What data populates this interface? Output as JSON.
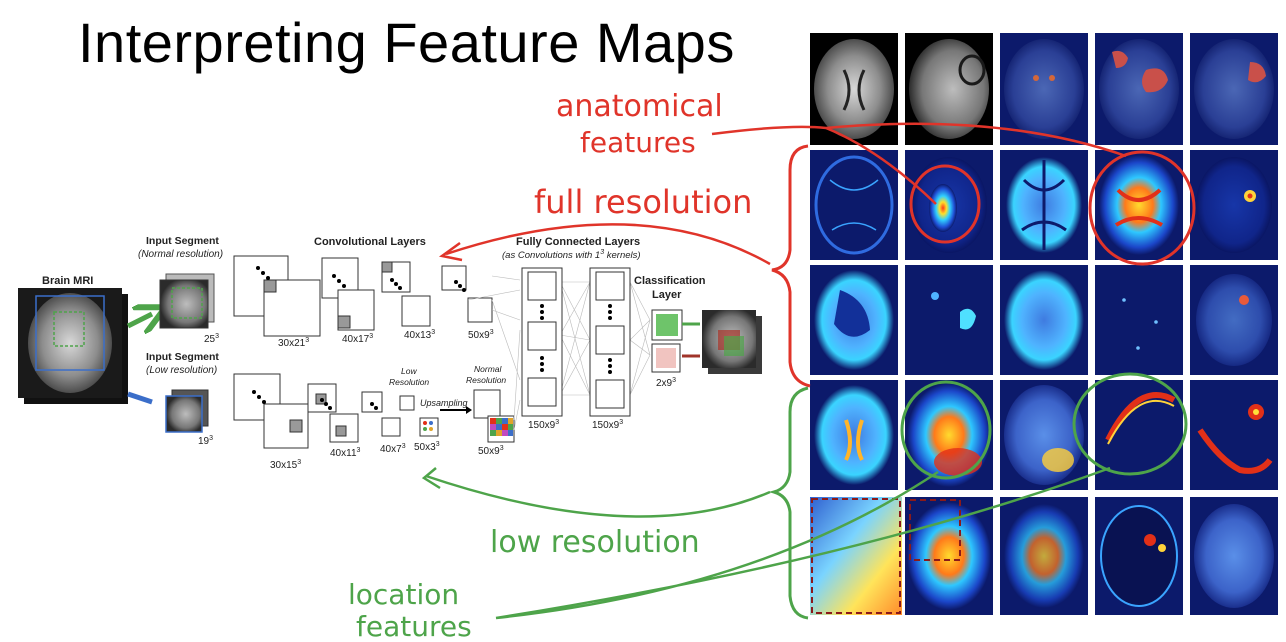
{
  "title": "Interpreting Feature Maps",
  "diagram": {
    "brain_mri": "Brain MRI",
    "input_normal": {
      "title": "Input Segment",
      "sub": "(Normal resolution)",
      "size": "25",
      "exp": "3"
    },
    "input_low": {
      "title": "Input Segment",
      "sub": "(Low resolution)",
      "size": "19",
      "exp": "3"
    },
    "conv_title": "Convolutional Layers",
    "fc_title": "Fully Connected Layers",
    "fc_sub": "(as Convolutions with 1",
    "fc_sub_exp": "3",
    "fc_sub_end": " kernels)",
    "class_title_1": "Classification",
    "class_title_2": "Layer",
    "top_sizes": [
      "30x21",
      "40x17",
      "40x13",
      "50x9"
    ],
    "bottom_sizes": [
      "30x15",
      "40x11",
      "40x7",
      "50x3"
    ],
    "low_res_1": "Low",
    "low_res_2": "Resolution",
    "normal_res_1": "Normal",
    "normal_res_2": "Resolution",
    "upsampling": "Upsampling",
    "upsampled_size": "50x9",
    "fc_sizes": [
      "150x9",
      "150x9"
    ],
    "class_size": "2x9",
    "exp": "3"
  },
  "annotations": {
    "anatomical": [
      "anatomical",
      "features"
    ],
    "full_resolution": "full resolution",
    "low_resolution": "low resolution",
    "location": [
      "location",
      "features"
    ]
  },
  "colors": {
    "red_annotation": "#e0342a",
    "green_annotation": "#4ea44a",
    "grid_background": "#0c1a6b"
  }
}
